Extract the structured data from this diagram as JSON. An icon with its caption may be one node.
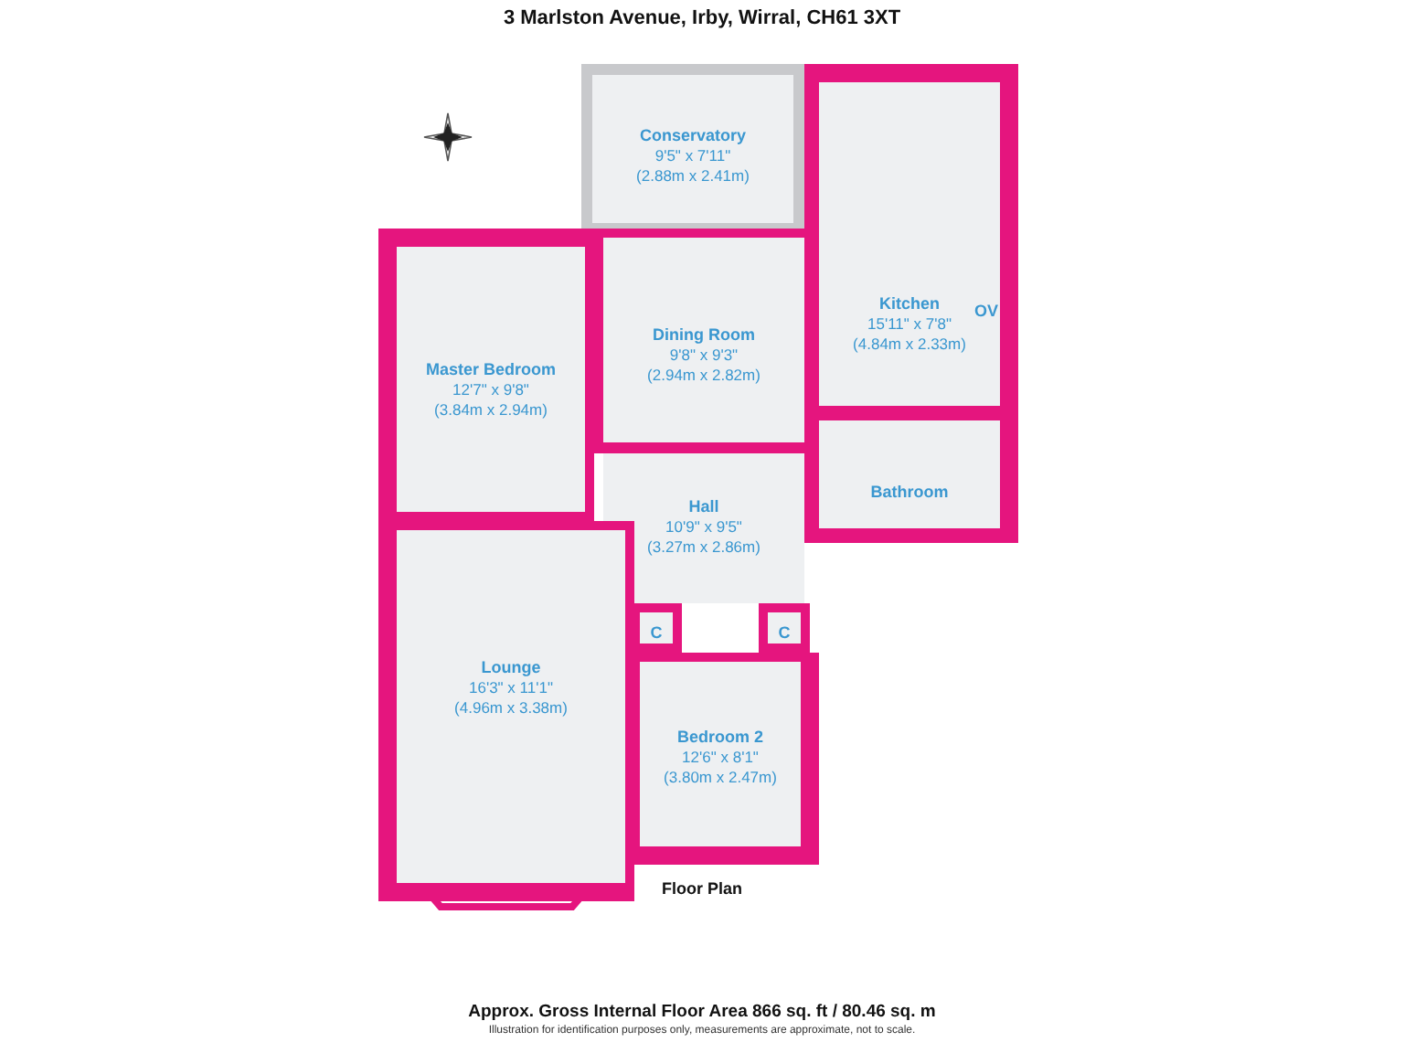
{
  "diagram": {
    "title": "3 Marlston Avenue, Irby, Wirral, CH61 3XT",
    "nodes": [
      {
        "text": [
          "Conservatory",
          "9'5\" x 7'11\"",
          "(2.88m x 2.41m)"
        ]
      },
      {
        "text": [
          "Master Bedroom",
          "12'7\" x 9'8\"",
          "(3.84m x 2.94m)"
        ]
      },
      {
        "text": [
          "Dining Room",
          "9'8\" x 9'3\"",
          "(2.94m x 2.82m)"
        ]
      },
      {
        "text": [
          "Kitchen",
          "15'11\" x 7'8\"",
          "(4.84m x 2.33m)"
        ]
      },
      {
        "text": [
          "Bathroom"
        ]
      },
      {
        "text": [
          "Hall",
          "10'9\" x 9'5\"",
          "(3.27m x 2.86m)"
        ]
      },
      {
        "text": [
          "C"
        ]
      },
      {
        "text": [
          "C"
        ]
      },
      {
        "text": [
          "Lounge",
          "16'3\" x 11'1\"",
          "(4.96m x 3.38m)"
        ]
      },
      {
        "text": [
          "Bedroom 2",
          "12'6\" x 8'1\"",
          "(3.80m x 2.47m)"
        ]
      }
    ],
    "labels": [
      "OV",
      "Floor Plan",
      "Approx. Gross Internal Floor Area 866 sq. ft / 80.46 sq. m",
      "Illustration for identification purposes only, measurements are approximate, not to scale."
    ]
  }
}
